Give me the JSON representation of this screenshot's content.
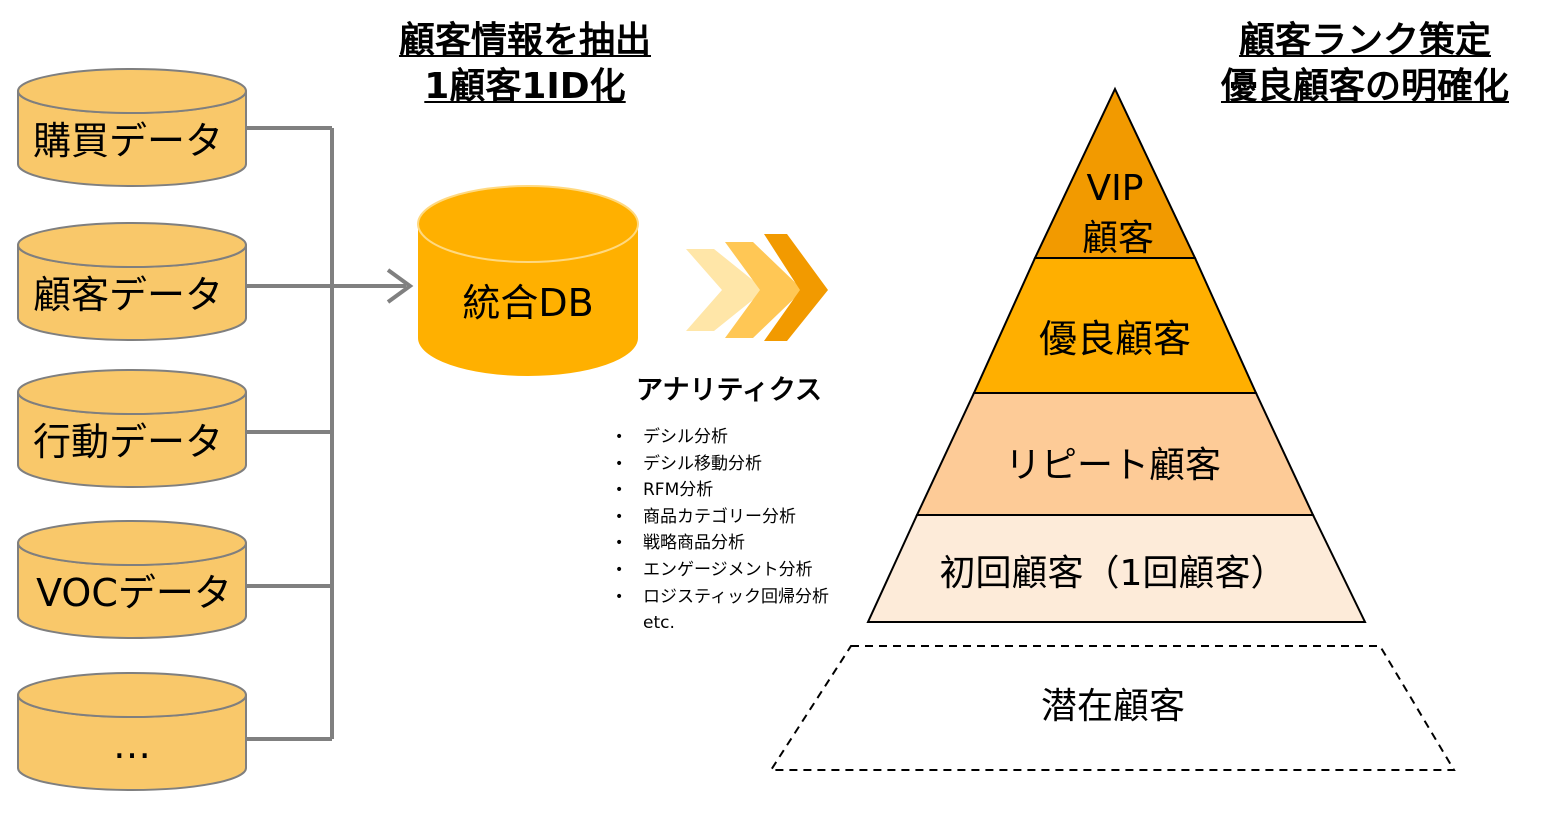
{
  "headings": {
    "left": [
      "顧客情報を抽出",
      "1顧客1ID化"
    ],
    "right": [
      "顧客ランク策定",
      "優良顧客の明確化"
    ]
  },
  "sources": [
    {
      "label": "購買データ"
    },
    {
      "label": "顧客データ"
    },
    {
      "label": "行動データ"
    },
    {
      "label": "VOCデータ"
    },
    {
      "label": "…"
    }
  ],
  "database": {
    "label": "統合DB"
  },
  "analytics": {
    "title": "アナリティクス",
    "items": [
      "デシル分析",
      "デシル移動分析",
      "RFM分析",
      "商品カテゴリー分析",
      "戦略商品分析",
      "エンゲージメント分析",
      "ロジスティック回帰分析"
    ],
    "extra": "etc."
  },
  "pyramid": {
    "tiers": [
      {
        "label_lines": [
          "VIP",
          "顧客"
        ],
        "color": "#F29A00"
      },
      {
        "label_lines": [
          "優良顧客"
        ],
        "color": "#FFAF00"
      },
      {
        "label_lines": [
          "リピート顧客"
        ],
        "color": "#FDCB97"
      },
      {
        "label_lines": [
          "初回顧客（1回顧客）"
        ],
        "color": "#FDEBD9"
      }
    ],
    "base": {
      "label": "潜在顧客"
    }
  },
  "colors": {
    "cylinder_fill": "#F9C86A",
    "cylinder_stroke": "#7F7F7F",
    "db_fill": "#FFB000",
    "connector": "#808080",
    "chevron_light": "#FFE6A8",
    "chevron_mid": "#FFC755",
    "chevron_dark": "#F29A00",
    "pyramid_outline": "#000000"
  }
}
